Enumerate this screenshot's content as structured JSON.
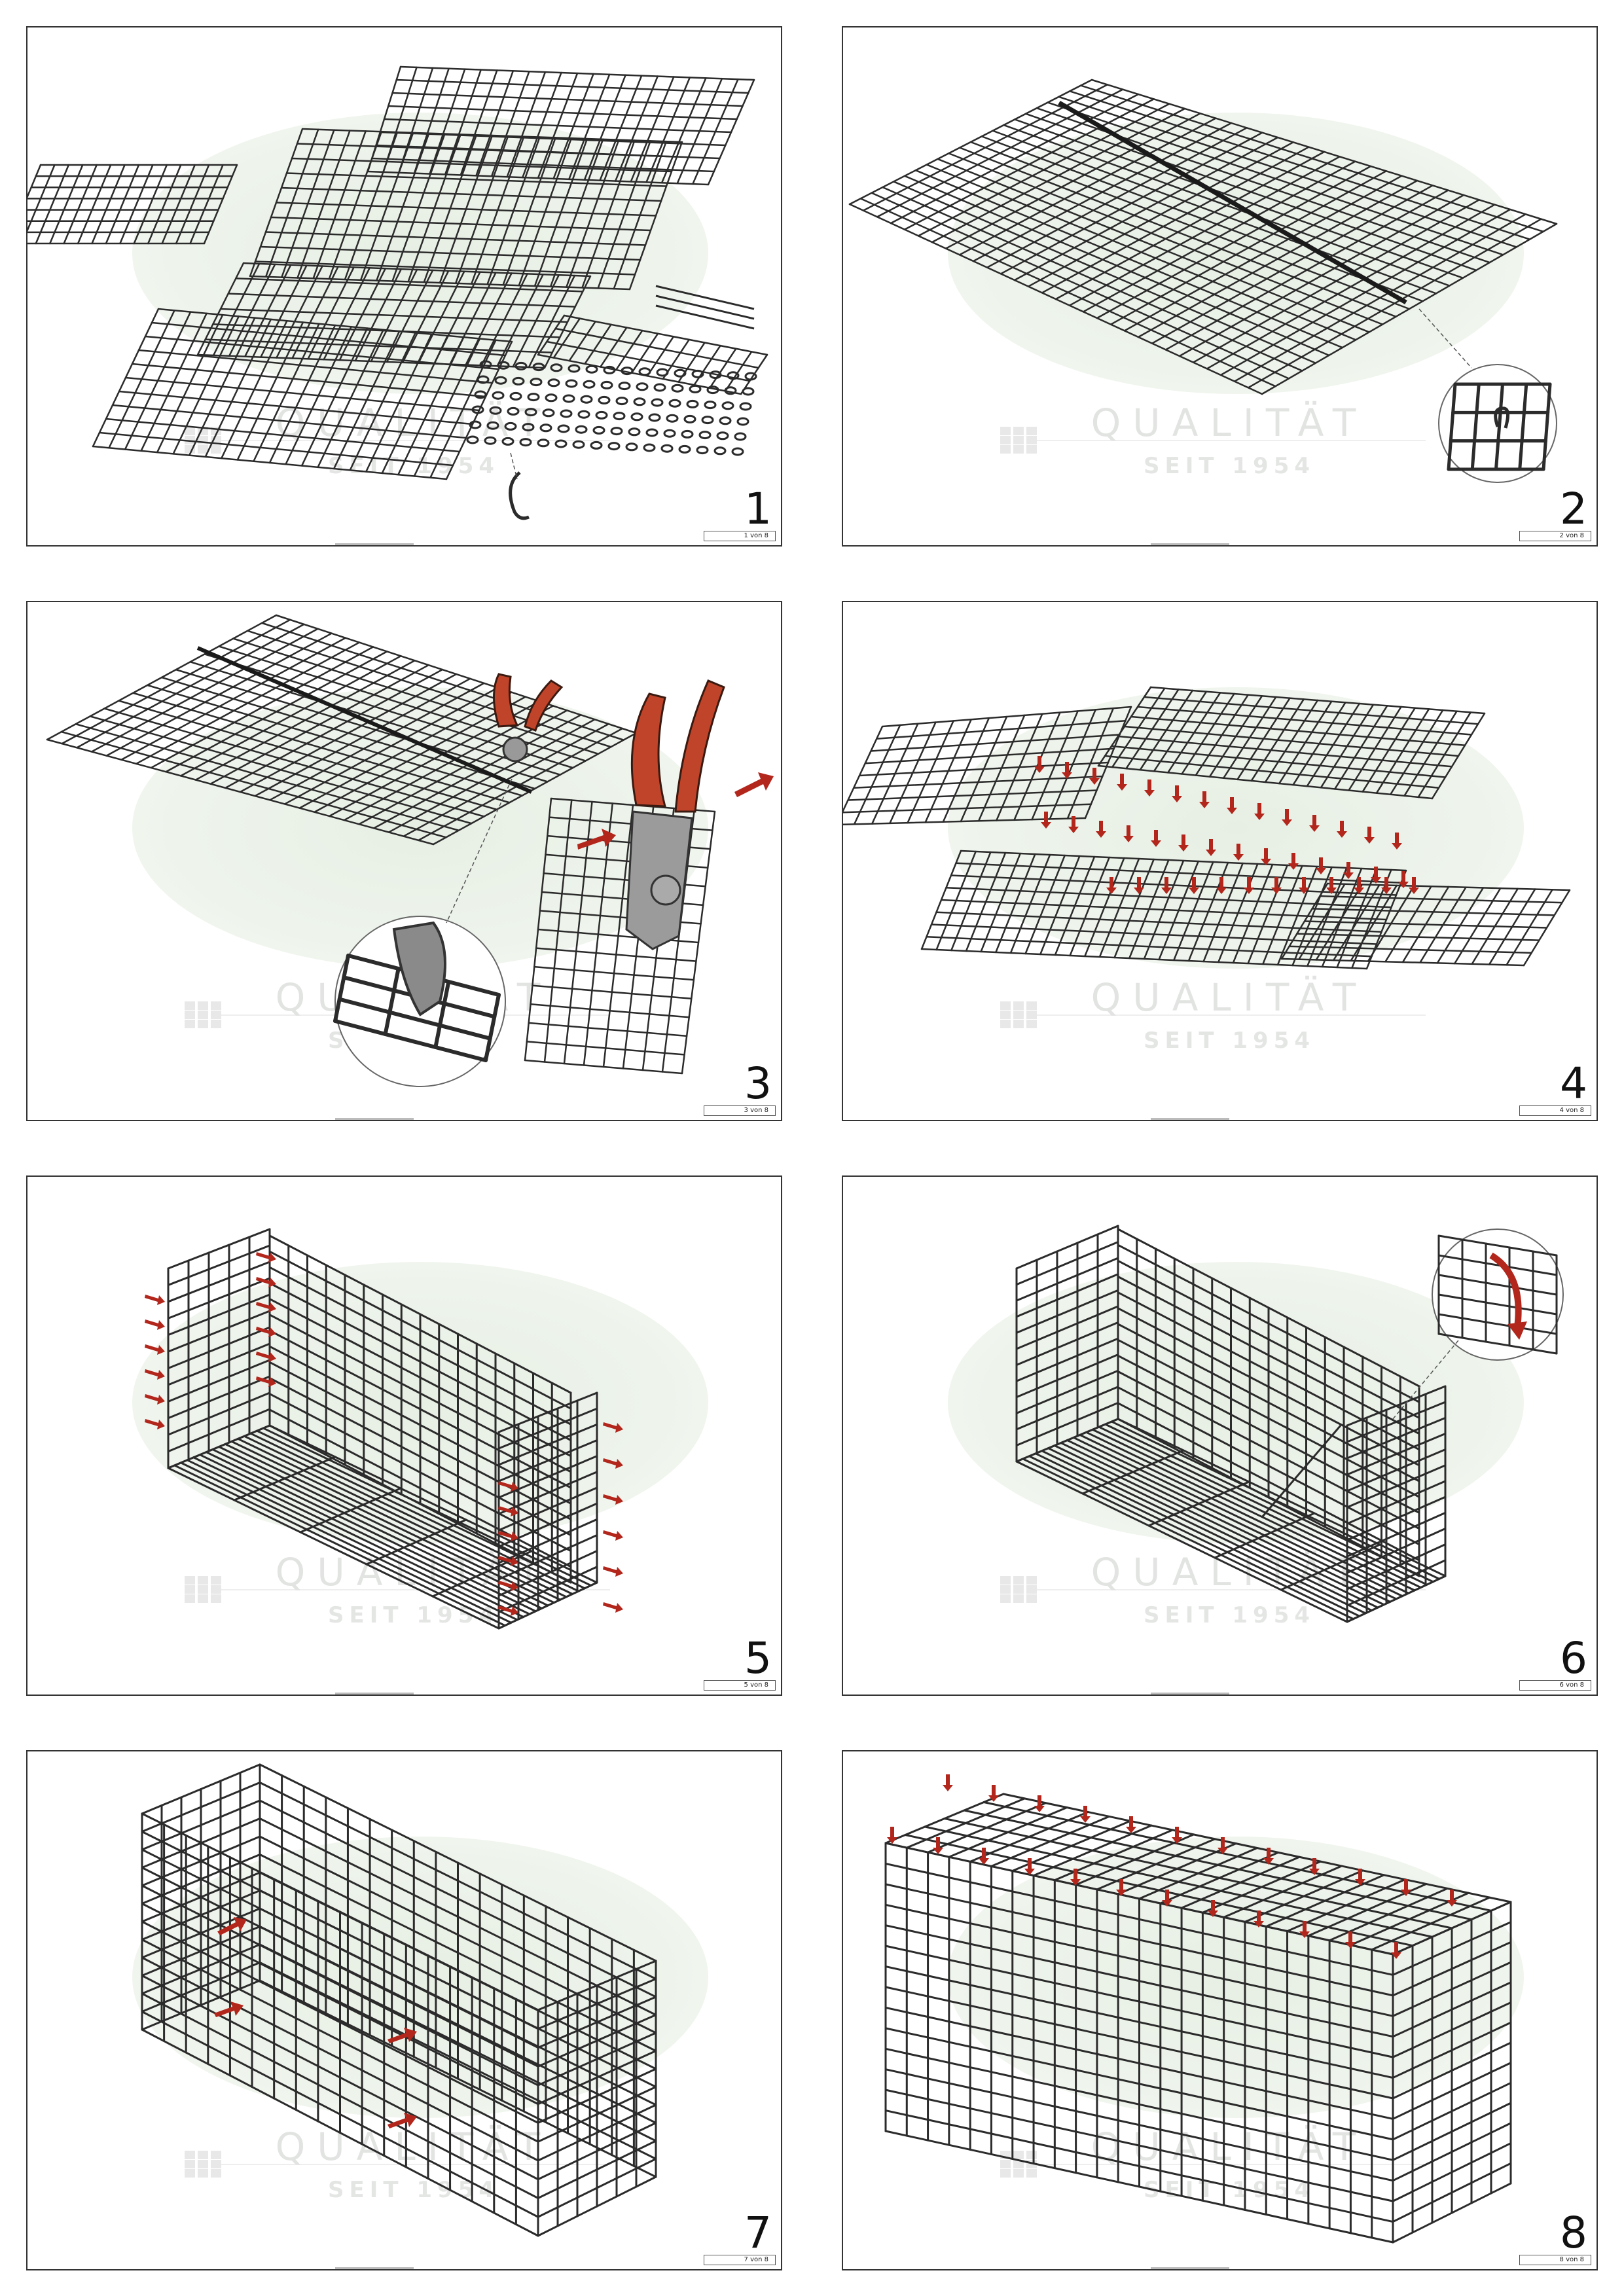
{
  "sheet": {
    "panels": [
      {
        "step": "1",
        "page": "1 von 8"
      },
      {
        "step": "2",
        "page": "2 von 8"
      },
      {
        "step": "3",
        "page": "3 von 8"
      },
      {
        "step": "4",
        "page": "4 von 8"
      },
      {
        "step": "5",
        "page": "5 von 8"
      },
      {
        "step": "6",
        "page": "6 von 8"
      },
      {
        "step": "7",
        "page": "7 von 8"
      },
      {
        "step": "8",
        "page": "8 von 8"
      }
    ],
    "watermark": {
      "title": "QUALITÄT",
      "subtitle": "SEIT 1954"
    },
    "colors": {
      "wire": "#2b2b2b",
      "arrow": "#b2261c",
      "handle": "#c0442a",
      "tool": "#8a8a8a",
      "watermark": "#e9f1e6"
    }
  }
}
